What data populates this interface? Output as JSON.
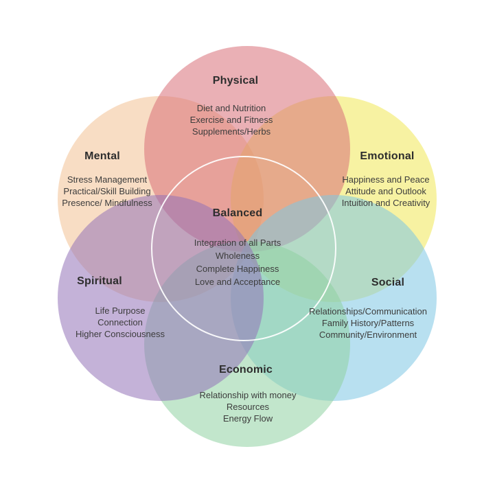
{
  "page": {
    "background_color": "#ffffff",
    "text_color": "#3c3c3c",
    "title_color": "#2d2d2d"
  },
  "diagram": {
    "kind": "venn-flower",
    "center": {
      "label": "Balanced",
      "items": [
        "Integration of all Parts",
        "Wholeness",
        "Complete Happiness",
        "Love and Acceptance"
      ],
      "ring_color": "rgba(255,255,255,0.92)"
    },
    "sections": [
      {
        "label": "Physical",
        "color": "rgba(217,111,120,0.55)",
        "items": [
          "Diet and Nutrition",
          "Exercise and Fitness",
          "Supplements/Herbs"
        ]
      },
      {
        "label": "Mental",
        "color": "rgba(242,193,148,0.55)",
        "items": [
          "Stress Management",
          "Practical/Skill Building",
          "Presence/ Mindfulness"
        ]
      },
      {
        "label": "Emotional",
        "color": "rgba(240,231,86,0.55)",
        "items": [
          "Happiness and Peace",
          "Attitude and Outlook",
          "Intuition and Creativity"
        ]
      },
      {
        "label": "Spiritual",
        "color": "rgba(148,115,184,0.55)",
        "items": [
          "Life Purpose",
          "Connection",
          "Higher Consciousness"
        ]
      },
      {
        "label": "Social",
        "color": "rgba(126,199,228,0.55)",
        "items": [
          "Relationships/Communication",
          "Family History/Patterns",
          "Community/Environment"
        ]
      },
      {
        "label": "Economic",
        "color": "rgba(144,210,162,0.55)",
        "items": [
          "Relationship with money",
          "Resources",
          "Energy Flow"
        ]
      }
    ]
  }
}
